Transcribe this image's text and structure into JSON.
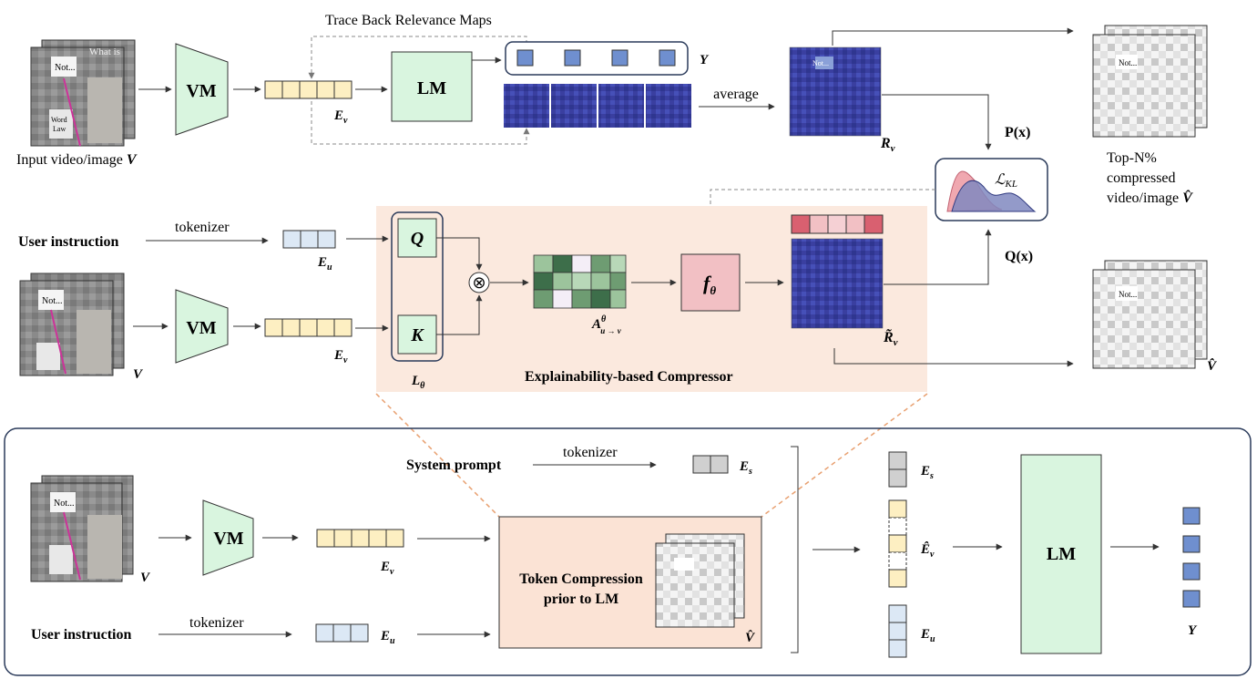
{
  "top": {
    "input_label": "Input video/image ",
    "input_var": "V",
    "vm_label": "VM",
    "ev_label": "E",
    "ev_sub": "v",
    "lm_label": "LM",
    "trace_label": "Trace Back Relevance Maps",
    "y_label": "Y",
    "average_label": "average",
    "rv_label": "R",
    "rv_sub": "v",
    "px_label": "P(x)",
    "qx_label": "Q(x)",
    "kl_label": "ℒ",
    "kl_sub": "KL",
    "topn_line1": "Top-N%",
    "topn_line2": "compressed",
    "topn_line3": "video/image ",
    "topn_var": "V̂"
  },
  "middle": {
    "user_instruction": "User instruction",
    "tokenizer": "tokenizer",
    "eu_label": "E",
    "eu_sub": "u",
    "vm_label": "VM",
    "ev_label": "E",
    "ev_sub": "v",
    "v_label": "V",
    "q_label": "Q",
    "k_label": "K",
    "l_label": "L",
    "l_sub": "θ",
    "otimes": "⊗",
    "a_label": "A",
    "a_sup": "θ",
    "a_sub": "u → v",
    "f_label": "f",
    "f_sub": "θ",
    "rtilde_label": "R̃",
    "rtilde_sub": "v",
    "compressor_title": "Explainability-based Compressor",
    "vhat_hat_label": "V̂̂"
  },
  "bottom": {
    "system_prompt": "System prompt",
    "tokenizer1": "tokenizer",
    "es_label": "E",
    "es_sub": "s",
    "vm_label": "VM",
    "ev_label": "E",
    "ev_sub": "v",
    "v_label": "V",
    "user_instruction": "User instruction",
    "tokenizer2": "tokenizer",
    "eu_label": "E",
    "eu_sub": "u",
    "tc_line1": "Token Compression",
    "tc_line2": "prior to LM",
    "vhat_label": "V̂",
    "es_right": "E",
    "es_right_sub": "s",
    "ev_right": "Ê",
    "ev_right_sub": "v",
    "eu_right": "E",
    "eu_right_sub": "u",
    "lm_label": "LM",
    "y_label": "Y"
  },
  "thumbnail_text": {
    "not": "Not...",
    "what": "What is",
    "word": "Word",
    "law": "Law"
  },
  "colors": {
    "vm_fill": "#d9f5df",
    "lm_fill": "#d9f5df",
    "ev_token": "#fdefc2",
    "eu_token": "#dce8f5",
    "es_token": "#d0d0d0",
    "y_token": "#6f8fcf",
    "compressor_bg": "#fbe9de",
    "f_fill": "#f2c0c4",
    "tc_fill": "#fbe3d5",
    "dashed_orange": "#e8a070"
  }
}
